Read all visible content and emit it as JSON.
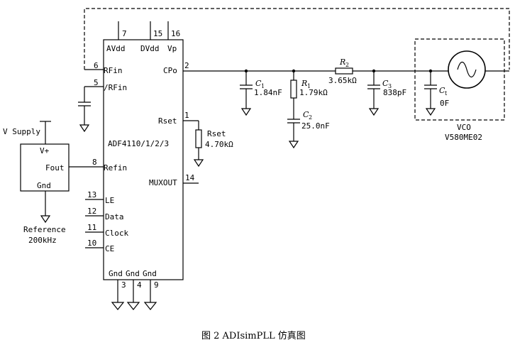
{
  "chip": {
    "name": "ADF4110/1/2/3",
    "pins": {
      "avdd": {
        "label": "AVdd",
        "num": "7"
      },
      "dvdd": {
        "label": "DVdd",
        "num": "15"
      },
      "vp": {
        "label": "Vp",
        "num": "16"
      },
      "rfin": {
        "label": "RFin",
        "num": "6"
      },
      "rfin_bar": {
        "label": "/RFin",
        "num": "5"
      },
      "refin": {
        "label": "Refin",
        "num": "8"
      },
      "le": {
        "label": "LE",
        "num": "13"
      },
      "data": {
        "label": "Data",
        "num": "12"
      },
      "clock": {
        "label": "Clock",
        "num": "11"
      },
      "ce": {
        "label": "CE",
        "num": "10"
      },
      "cpo": {
        "label": "CPo",
        "num": "2"
      },
      "rset": {
        "label": "Rset",
        "num": "1"
      },
      "muxout": {
        "label": "MUXOUT",
        "num": "14"
      },
      "gnd1": {
        "label": "Gnd",
        "num": "3"
      },
      "gnd2": {
        "label": "Gnd",
        "num": "4"
      },
      "gnd3": {
        "label": "Gnd",
        "num": "9"
      }
    }
  },
  "reference": {
    "supply_label": "V Supply",
    "vplus": "V+",
    "fout": "Fout",
    "gnd": "Gnd",
    "name": "Reference",
    "freq": "200kHz"
  },
  "rset_resistor": {
    "name": "Rset",
    "value": "4.70kΩ"
  },
  "components": {
    "c1": {
      "letter": "C",
      "sub": "1",
      "value": "1.84nF"
    },
    "r1": {
      "letter": "R",
      "sub": "1",
      "value": "1.79kΩ"
    },
    "c2": {
      "letter": "C",
      "sub": "2",
      "value": "25.0nF"
    },
    "r2": {
      "letter": "R",
      "sub": "2",
      "value": "3.65kΩ"
    },
    "c3": {
      "letter": "C",
      "sub": "3",
      "value": "838pF"
    },
    "ct": {
      "letter": "C",
      "sub": "t",
      "value": "0F"
    }
  },
  "vco": {
    "name": "VCO",
    "model": "V580ME02"
  },
  "caption": "图 2   ADIsimPLL 仿真图"
}
